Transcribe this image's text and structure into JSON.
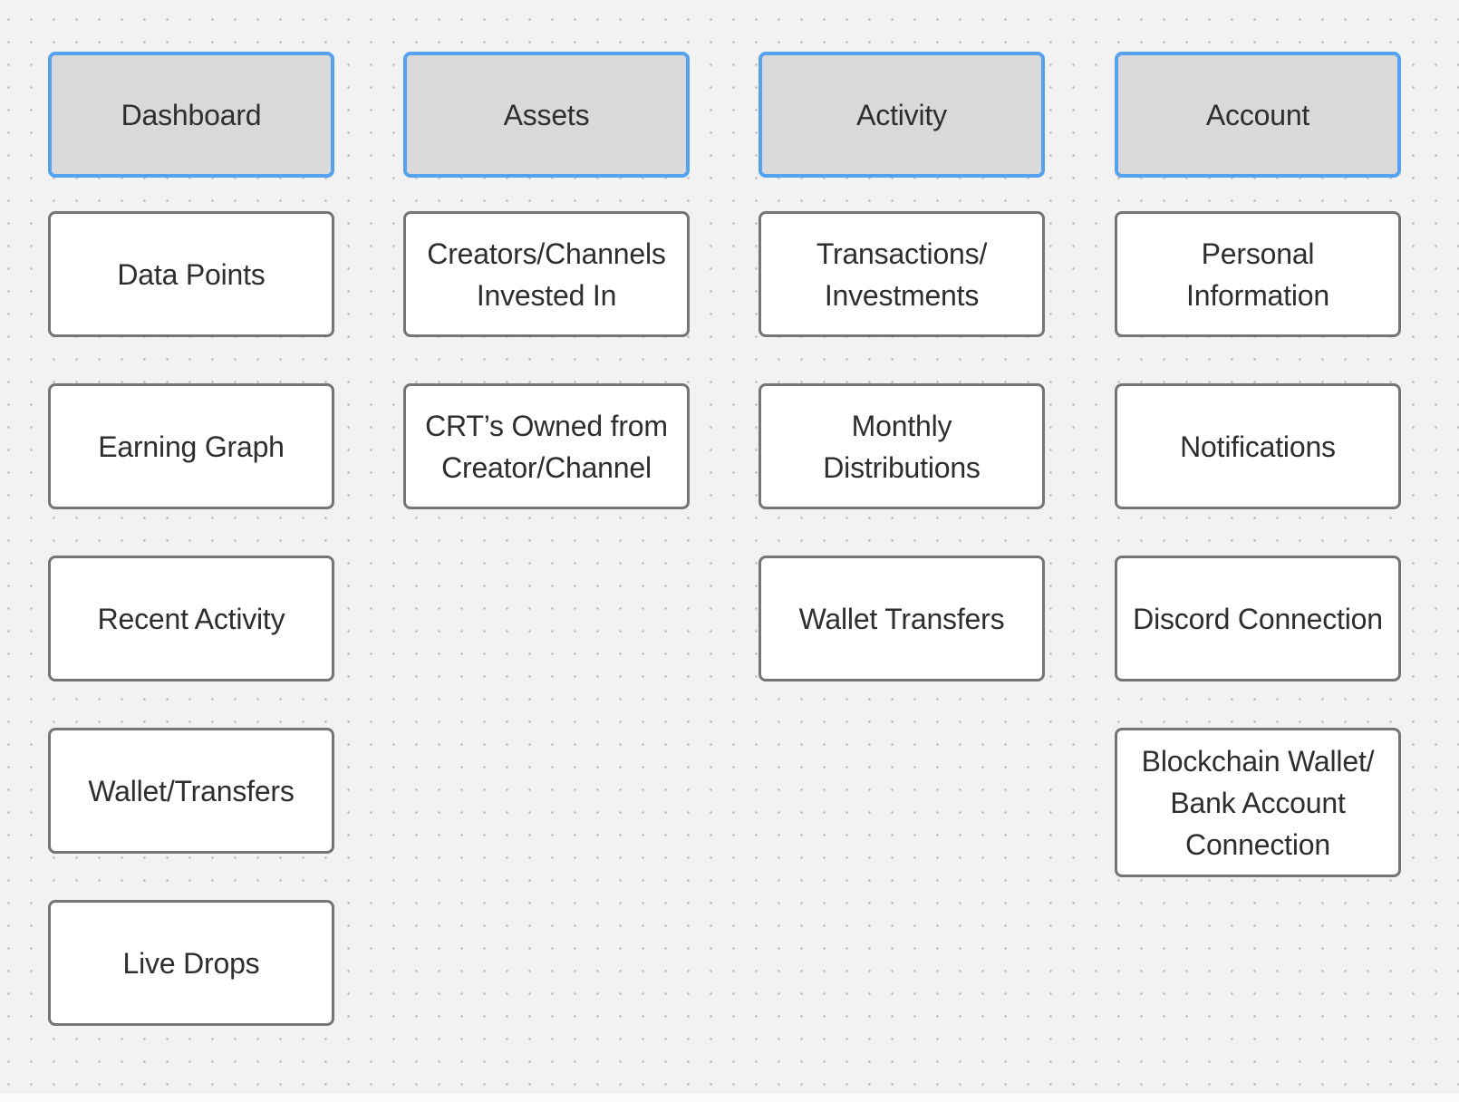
{
  "canvas": {
    "background_color": "#f2f2f2",
    "dot_grid_color": "#b9b9b9",
    "header_fill": "#d9d9d9",
    "header_border_color": "#55a2f0",
    "item_fill": "#ffffff",
    "item_border_color": "#757575",
    "text_color": "#2e2e2e"
  },
  "columns": [
    {
      "header": {
        "label": "Dashboard"
      },
      "items": [
        {
          "label": "Data Points"
        },
        {
          "label": "Earning Graph"
        },
        {
          "label": "Recent Activity"
        },
        {
          "label": "Wallet/Transfers"
        },
        {
          "label": "Live Drops"
        }
      ]
    },
    {
      "header": {
        "label": "Assets"
      },
      "items": [
        {
          "label": "Creators/Channels\nInvested In"
        },
        {
          "label": "CRT’s Owned from\nCreator/Channel"
        }
      ]
    },
    {
      "header": {
        "label": "Activity"
      },
      "items": [
        {
          "label": "Transactions/\nInvestments"
        },
        {
          "label": "Monthly\nDistributions"
        },
        {
          "label": "Wallet Transfers"
        }
      ]
    },
    {
      "header": {
        "label": "Account"
      },
      "items": [
        {
          "label": "Personal\nInformation"
        },
        {
          "label": "Notifications"
        },
        {
          "label": "Discord Connection"
        },
        {
          "label": "Blockchain Wallet/\nBank Account\nConnection"
        }
      ]
    }
  ]
}
